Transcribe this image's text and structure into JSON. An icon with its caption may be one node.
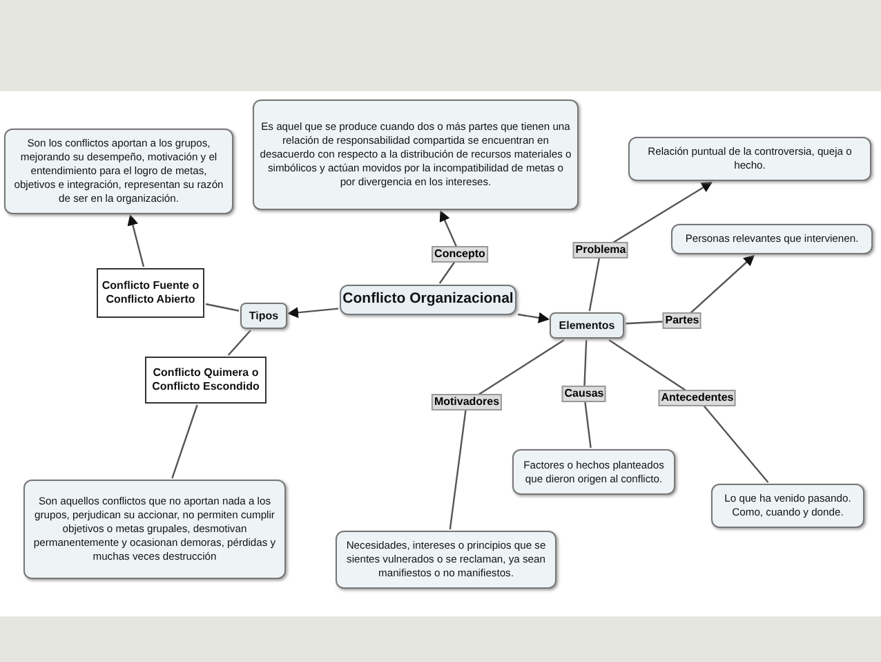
{
  "diagram": {
    "nodes": [
      {
        "text": [
          "Conflicto Organizacional"
        ]
      },
      {
        "text": [
          "Es aquel que se produce cuando dos o más partes que tienen una relación de responsabilidad compartida se encuentran en desacuerdo con respecto a la distribución de recursos materiales o simbólicos y actúan movidos por la incompatibilidad de metas o por divergencia en los intereses."
        ]
      },
      {
        "text": [
          "Tipos"
        ]
      },
      {
        "text": [
          "Conflicto Fuente o Conflicto Abierto"
        ]
      },
      {
        "text": [
          "Son los conflictos aportan a los grupos, mejorando su desempeño, motivación y el entendimiento para el logro de metas, objetivos e integración, representan su razón de ser en la organización."
        ]
      },
      {
        "text": [
          "Conflicto Quimera o Conflicto Escondido"
        ]
      },
      {
        "text": [
          "Son aquellos conflictos que no aportan nada a los grupos, perjudican su accionar, no permiten cumplir objetivos o metas grupales, desmotivan permanentemente y ocasionan demoras, pérdidas y muchas veces destrucción"
        ]
      },
      {
        "text": [
          "Elementos"
        ]
      },
      {
        "text": [
          "Relación puntual de la controversia, queja o hecho."
        ]
      },
      {
        "text": [
          "Personas relevantes que intervienen."
        ]
      },
      {
        "text": [
          "Necesidades, intereses o principios que se sientes vulnerados o se reclaman, ya sean manifiestos o no manifiestos."
        ]
      },
      {
        "text": [
          "Factores o hechos planteados que dieron origen al conflicto."
        ]
      },
      {
        "text": [
          "Lo que ha venido pasando. Como, cuando y donde."
        ]
      }
    ],
    "edges": [
      {
        "from": 0,
        "to": 1,
        "arrow": "to",
        "label": "Concepto"
      },
      {
        "from": 0,
        "to": 2,
        "arrow": "to"
      },
      {
        "from": 2,
        "to": 3,
        "arrow": "none"
      },
      {
        "from": 3,
        "to": 4,
        "arrow": "to"
      },
      {
        "from": 2,
        "to": 5,
        "arrow": "none"
      },
      {
        "from": 5,
        "to": 6,
        "arrow": "none"
      },
      {
        "from": 0,
        "to": 7,
        "arrow": "to"
      },
      {
        "from": 7,
        "to": 8,
        "arrow": "to",
        "label": "Problema"
      },
      {
        "from": 7,
        "to": 9,
        "arrow": "to",
        "label": "Partes"
      },
      {
        "from": 7,
        "to": 10,
        "arrow": "none",
        "label": "Motivadores"
      },
      {
        "from": 7,
        "to": 11,
        "arrow": "none",
        "label": "Causas"
      },
      {
        "from": 7,
        "to": 12,
        "arrow": "none",
        "label": "Antecedentes"
      }
    ]
  }
}
